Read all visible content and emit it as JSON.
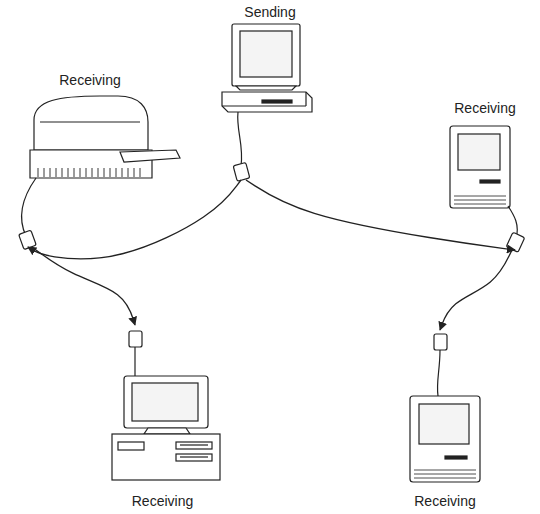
{
  "diagram": {
    "nodes": [
      {
        "text": [
          "Sending"
        ]
      },
      {
        "text": [
          "Receiving"
        ]
      },
      {
        "text": [
          "Receiving"
        ]
      },
      {
        "text": [
          "Receiving"
        ]
      },
      {
        "text": [
          "Receiving"
        ]
      }
    ],
    "edges": [
      {
        "from": 0,
        "to": 1,
        "arrow": "to"
      },
      {
        "from": 1,
        "to": 3,
        "arrow": "to"
      },
      {
        "from": 0,
        "to": 2,
        "arrow": "to"
      },
      {
        "from": 2,
        "to": 4,
        "arrow": "to"
      }
    ]
  }
}
